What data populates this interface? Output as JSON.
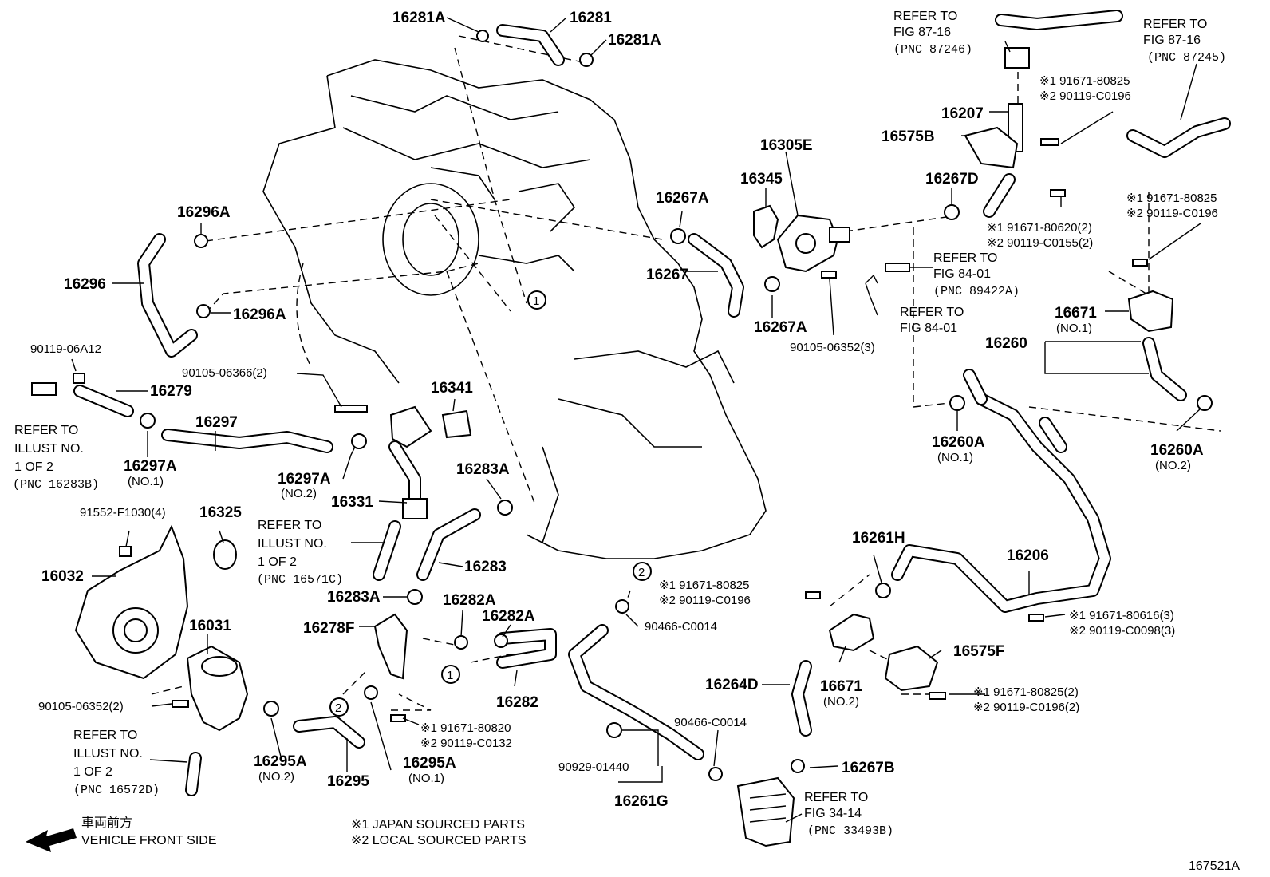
{
  "labels": {
    "p16281A_top": "16281A",
    "p16281": "16281",
    "p16281A_right": "16281A",
    "p16296A_top": "16296A",
    "p16296": "16296",
    "p16296A_bottom": "16296A",
    "p90119_06A12": "90119-06A12",
    "p16279": "16279",
    "p90105_06366": "90105-06366(2)",
    "p16297": "16297",
    "p16297A_1": "16297A",
    "p16297A_1_sub": "(NO.1)",
    "p16297A_2": "16297A",
    "p16297A_2_sub": "(NO.2)",
    "p16341": "16341",
    "p16331": "16331",
    "p16283A_top": "16283A",
    "p16283": "16283",
    "p16283A_bottom": "16283A",
    "p91552": "91552-F1030(4)",
    "p16325": "16325",
    "p16032": "16032",
    "p16031": "16031",
    "p16278F": "16278F",
    "p16282A_1": "16282A",
    "p16282A_2": "16282A",
    "p16282": "16282",
    "p90105_06352_2": "90105-06352(2)",
    "p16295A_2": "16295A",
    "p16295A_2_sub": "(NO.2)",
    "p16295": "16295",
    "p16295A_1": "16295A",
    "p16295A_1_sub": "(NO.1)",
    "p16267A_top": "16267A",
    "p16267": "16267",
    "p16267A_bottom": "16267A",
    "p16305E": "16305E",
    "p16345": "16345",
    "p90105_06352_3": "90105-06352(3)",
    "p16207": "16207",
    "p16575B": "16575B",
    "p16267D": "16267D",
    "p16671_1": "16671",
    "p16671_1_sub": "(NO.1)",
    "p16260": "16260",
    "p16260A_1": "16260A",
    "p16260A_1_sub": "(NO.1)",
    "p16260A_2": "16260A",
    "p16260A_2_sub": "(NO.2)",
    "p16261H": "16261H",
    "p16206": "16206",
    "p16575F": "16575F",
    "p16671_2": "16671",
    "p16671_2_sub": "(NO.2)",
    "p16264D": "16264D",
    "p90466_top": "90466-C0014",
    "p90466_bottom": "90466-C0014",
    "p90929": "90929-01440",
    "p16261G": "16261G",
    "p16267B": "16267B",
    "circle1": "1",
    "circle2": "2"
  },
  "bolt_specs": {
    "a1": "※1  91671-80825",
    "a2": "※2  90119-C0196",
    "b1": "※1  91671-80620(2)",
    "b2": "※2  90119-C0155(2)",
    "c1": "※1  91671-80825",
    "c2": "※2  90119-C0196",
    "d1": "※1  91671-80825",
    "d2": "※2  90119-C0196",
    "e1": "※1  91671-80616(3)",
    "e2": "※2  90119-C0098(3)",
    "f1": "※1  91671-80825(2)",
    "f2": "※2  90119-C0196(2)",
    "g1": "※1  91671-80820",
    "g2": "※2  90119-C0132"
  },
  "references": {
    "r8716_a_1": "REFER TO",
    "r8716_a_2": "FIG 87-16",
    "r8716_a_3": "(PNC 87246)",
    "r8716_b_1": "REFER TO",
    "r8716_b_2": "FIG 87-16",
    "r8716_b_3": "(PNC 87245)",
    "r8401_a_1": "REFER TO",
    "r8401_a_2": "FIG 84-01",
    "r8401_a_3": "(PNC 89422A)",
    "r8401_b_1": "REFER TO",
    "r8401_b_2": "FIG 84-01",
    "ill_a_1": "REFER TO",
    "ill_a_2": "ILLUST NO.",
    "ill_a_3": "1 OF 2",
    "ill_a_4": "(PNC 16283B)",
    "ill_b_1": "REFER TO",
    "ill_b_2": "ILLUST NO.",
    "ill_b_3": "1 OF 2",
    "ill_b_4": "(PNC 16571C)",
    "ill_c_1": "REFER TO",
    "ill_c_2": "ILLUST NO.",
    "ill_c_3": "1 OF 2",
    "ill_c_4": "(PNC 16572D)",
    "r3414_1": "REFER TO",
    "r3414_2": "FIG 34-14",
    "r3414_3": "(PNC 33493B)"
  },
  "legend": {
    "jp": "※1  JAPAN SOURCED PARTS",
    "local": "※2  LOCAL SOURCED PARTS",
    "front_jp": "車両前方",
    "front_en": "VEHICLE FRONT SIDE",
    "figure_id": "167521A"
  }
}
